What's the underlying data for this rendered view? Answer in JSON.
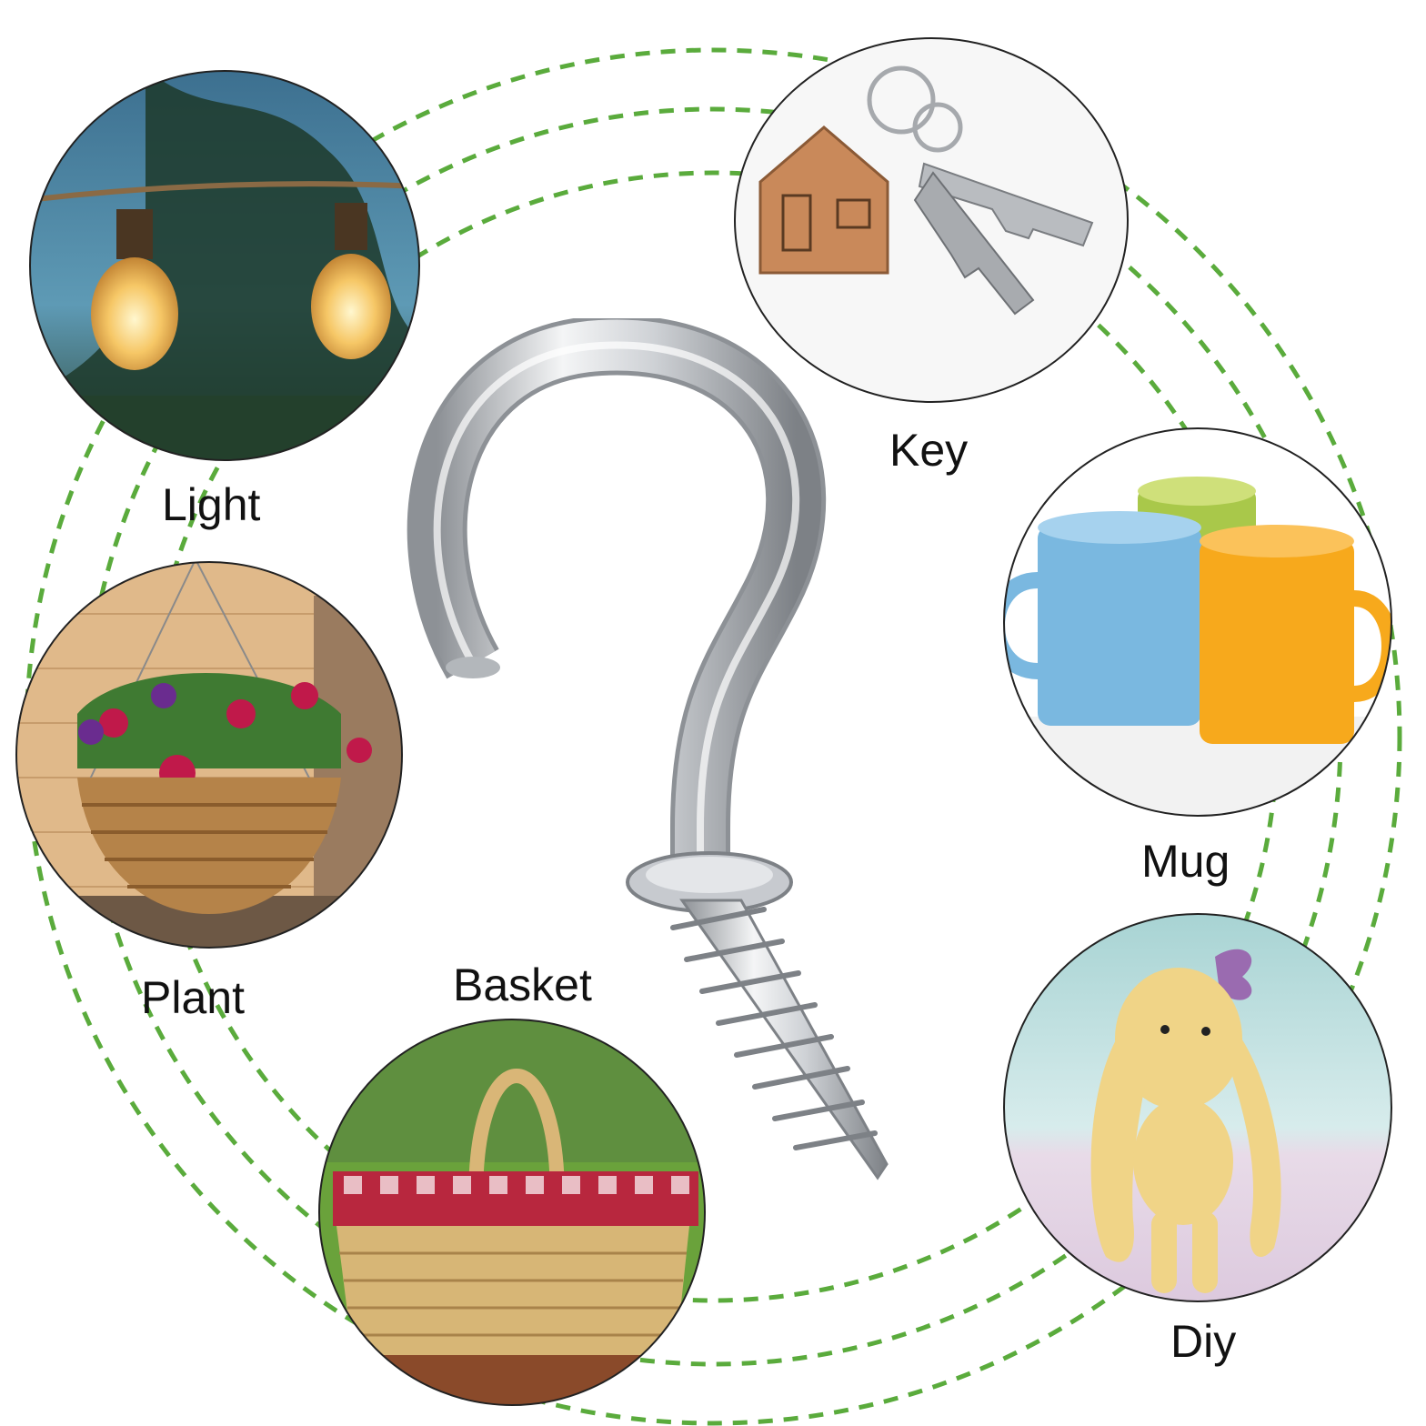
{
  "labels": {
    "light": "Light",
    "key": "Key",
    "mug": "Mug",
    "plant": "Plant",
    "basket": "Basket",
    "diy": "Diy"
  },
  "colors": {
    "ring": "#5aab3c",
    "circle_border": "#222222",
    "hook_metal": "#cfd2d6"
  },
  "icons": {
    "center": "screw-cup-hook-icon"
  }
}
